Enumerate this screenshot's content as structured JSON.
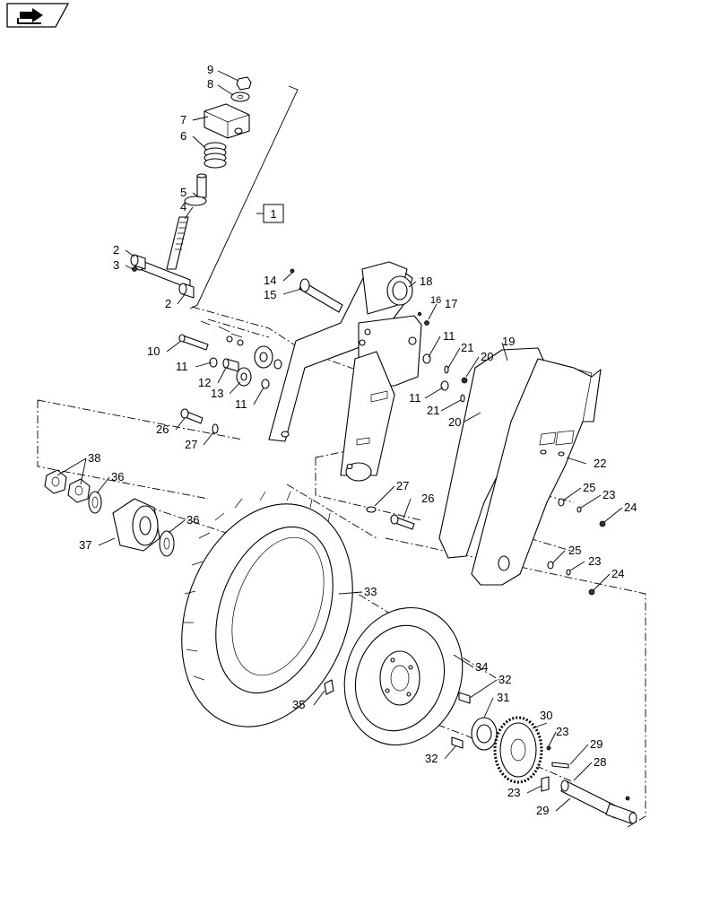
{
  "nav": {
    "icon": "arrow-right-icon"
  },
  "assembly_label": "1",
  "callouts": [
    {
      "id": "c9",
      "text": "9"
    },
    {
      "id": "c8",
      "text": "8"
    },
    {
      "id": "c7",
      "text": "7"
    },
    {
      "id": "c6",
      "text": "6"
    },
    {
      "id": "c5",
      "text": "5"
    },
    {
      "id": "c4",
      "text": "4"
    },
    {
      "id": "c2a",
      "text": "2"
    },
    {
      "id": "c3",
      "text": "3"
    },
    {
      "id": "c2b",
      "text": "2"
    },
    {
      "id": "c14",
      "text": "14"
    },
    {
      "id": "c15",
      "text": "15"
    },
    {
      "id": "c18",
      "text": "18"
    },
    {
      "id": "c16",
      "text": "16"
    },
    {
      "id": "c17",
      "text": "17"
    },
    {
      "id": "c10",
      "text": "10"
    },
    {
      "id": "c11a",
      "text": "11"
    },
    {
      "id": "c12",
      "text": "12"
    },
    {
      "id": "c13",
      "text": "13"
    },
    {
      "id": "c11b",
      "text": "11"
    },
    {
      "id": "c11c",
      "text": "11"
    },
    {
      "id": "c21a",
      "text": "21"
    },
    {
      "id": "c20a",
      "text": "20"
    },
    {
      "id": "c19",
      "text": "19"
    },
    {
      "id": "c11d",
      "text": "11"
    },
    {
      "id": "c21b",
      "text": "21"
    },
    {
      "id": "c20b",
      "text": "20"
    },
    {
      "id": "c26a",
      "text": "26"
    },
    {
      "id": "c27a",
      "text": "27"
    },
    {
      "id": "c22",
      "text": "22"
    },
    {
      "id": "c38",
      "text": "38"
    },
    {
      "id": "c36a",
      "text": "36"
    },
    {
      "id": "c27b",
      "text": "27"
    },
    {
      "id": "c26b",
      "text": "26"
    },
    {
      "id": "c25a",
      "text": "25"
    },
    {
      "id": "c23a",
      "text": "23"
    },
    {
      "id": "c24a",
      "text": "24"
    },
    {
      "id": "c36b",
      "text": "36"
    },
    {
      "id": "c37",
      "text": "37"
    },
    {
      "id": "c25b",
      "text": "25"
    },
    {
      "id": "c23b",
      "text": "23"
    },
    {
      "id": "c24b",
      "text": "24"
    },
    {
      "id": "c33",
      "text": "33"
    },
    {
      "id": "c34",
      "text": "34"
    },
    {
      "id": "c32a",
      "text": "32"
    },
    {
      "id": "c31",
      "text": "31"
    },
    {
      "id": "c35",
      "text": "35"
    },
    {
      "id": "c30",
      "text": "30"
    },
    {
      "id": "c23c",
      "text": "23"
    },
    {
      "id": "c29a",
      "text": "29"
    },
    {
      "id": "c28",
      "text": "28"
    },
    {
      "id": "c32b",
      "text": "32"
    },
    {
      "id": "c23d",
      "text": "23"
    },
    {
      "id": "c29b",
      "text": "29"
    }
  ]
}
